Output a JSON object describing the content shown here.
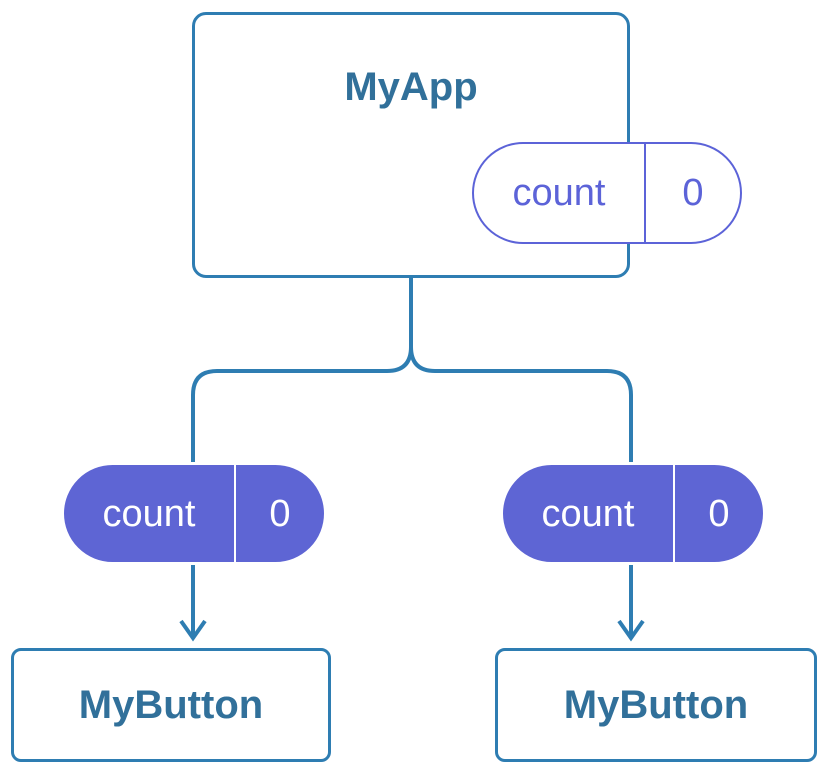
{
  "colors": {
    "edge_line": "#2E7DB2",
    "node_border": "#2E7DB2",
    "node_text": "#31709A",
    "state_outline": "#5C63D8",
    "state_fill": "#5E65D4",
    "state_fill_text": "#FFFFFF",
    "background": "#FFFFFF"
  },
  "tree": {
    "root": {
      "title": "MyApp",
      "state": {
        "label": "count",
        "value": "0"
      }
    },
    "children": [
      {
        "title": "MyButton",
        "state": {
          "label": "count",
          "value": "0"
        }
      },
      {
        "title": "MyButton",
        "state": {
          "label": "count",
          "value": "0"
        }
      }
    ]
  }
}
